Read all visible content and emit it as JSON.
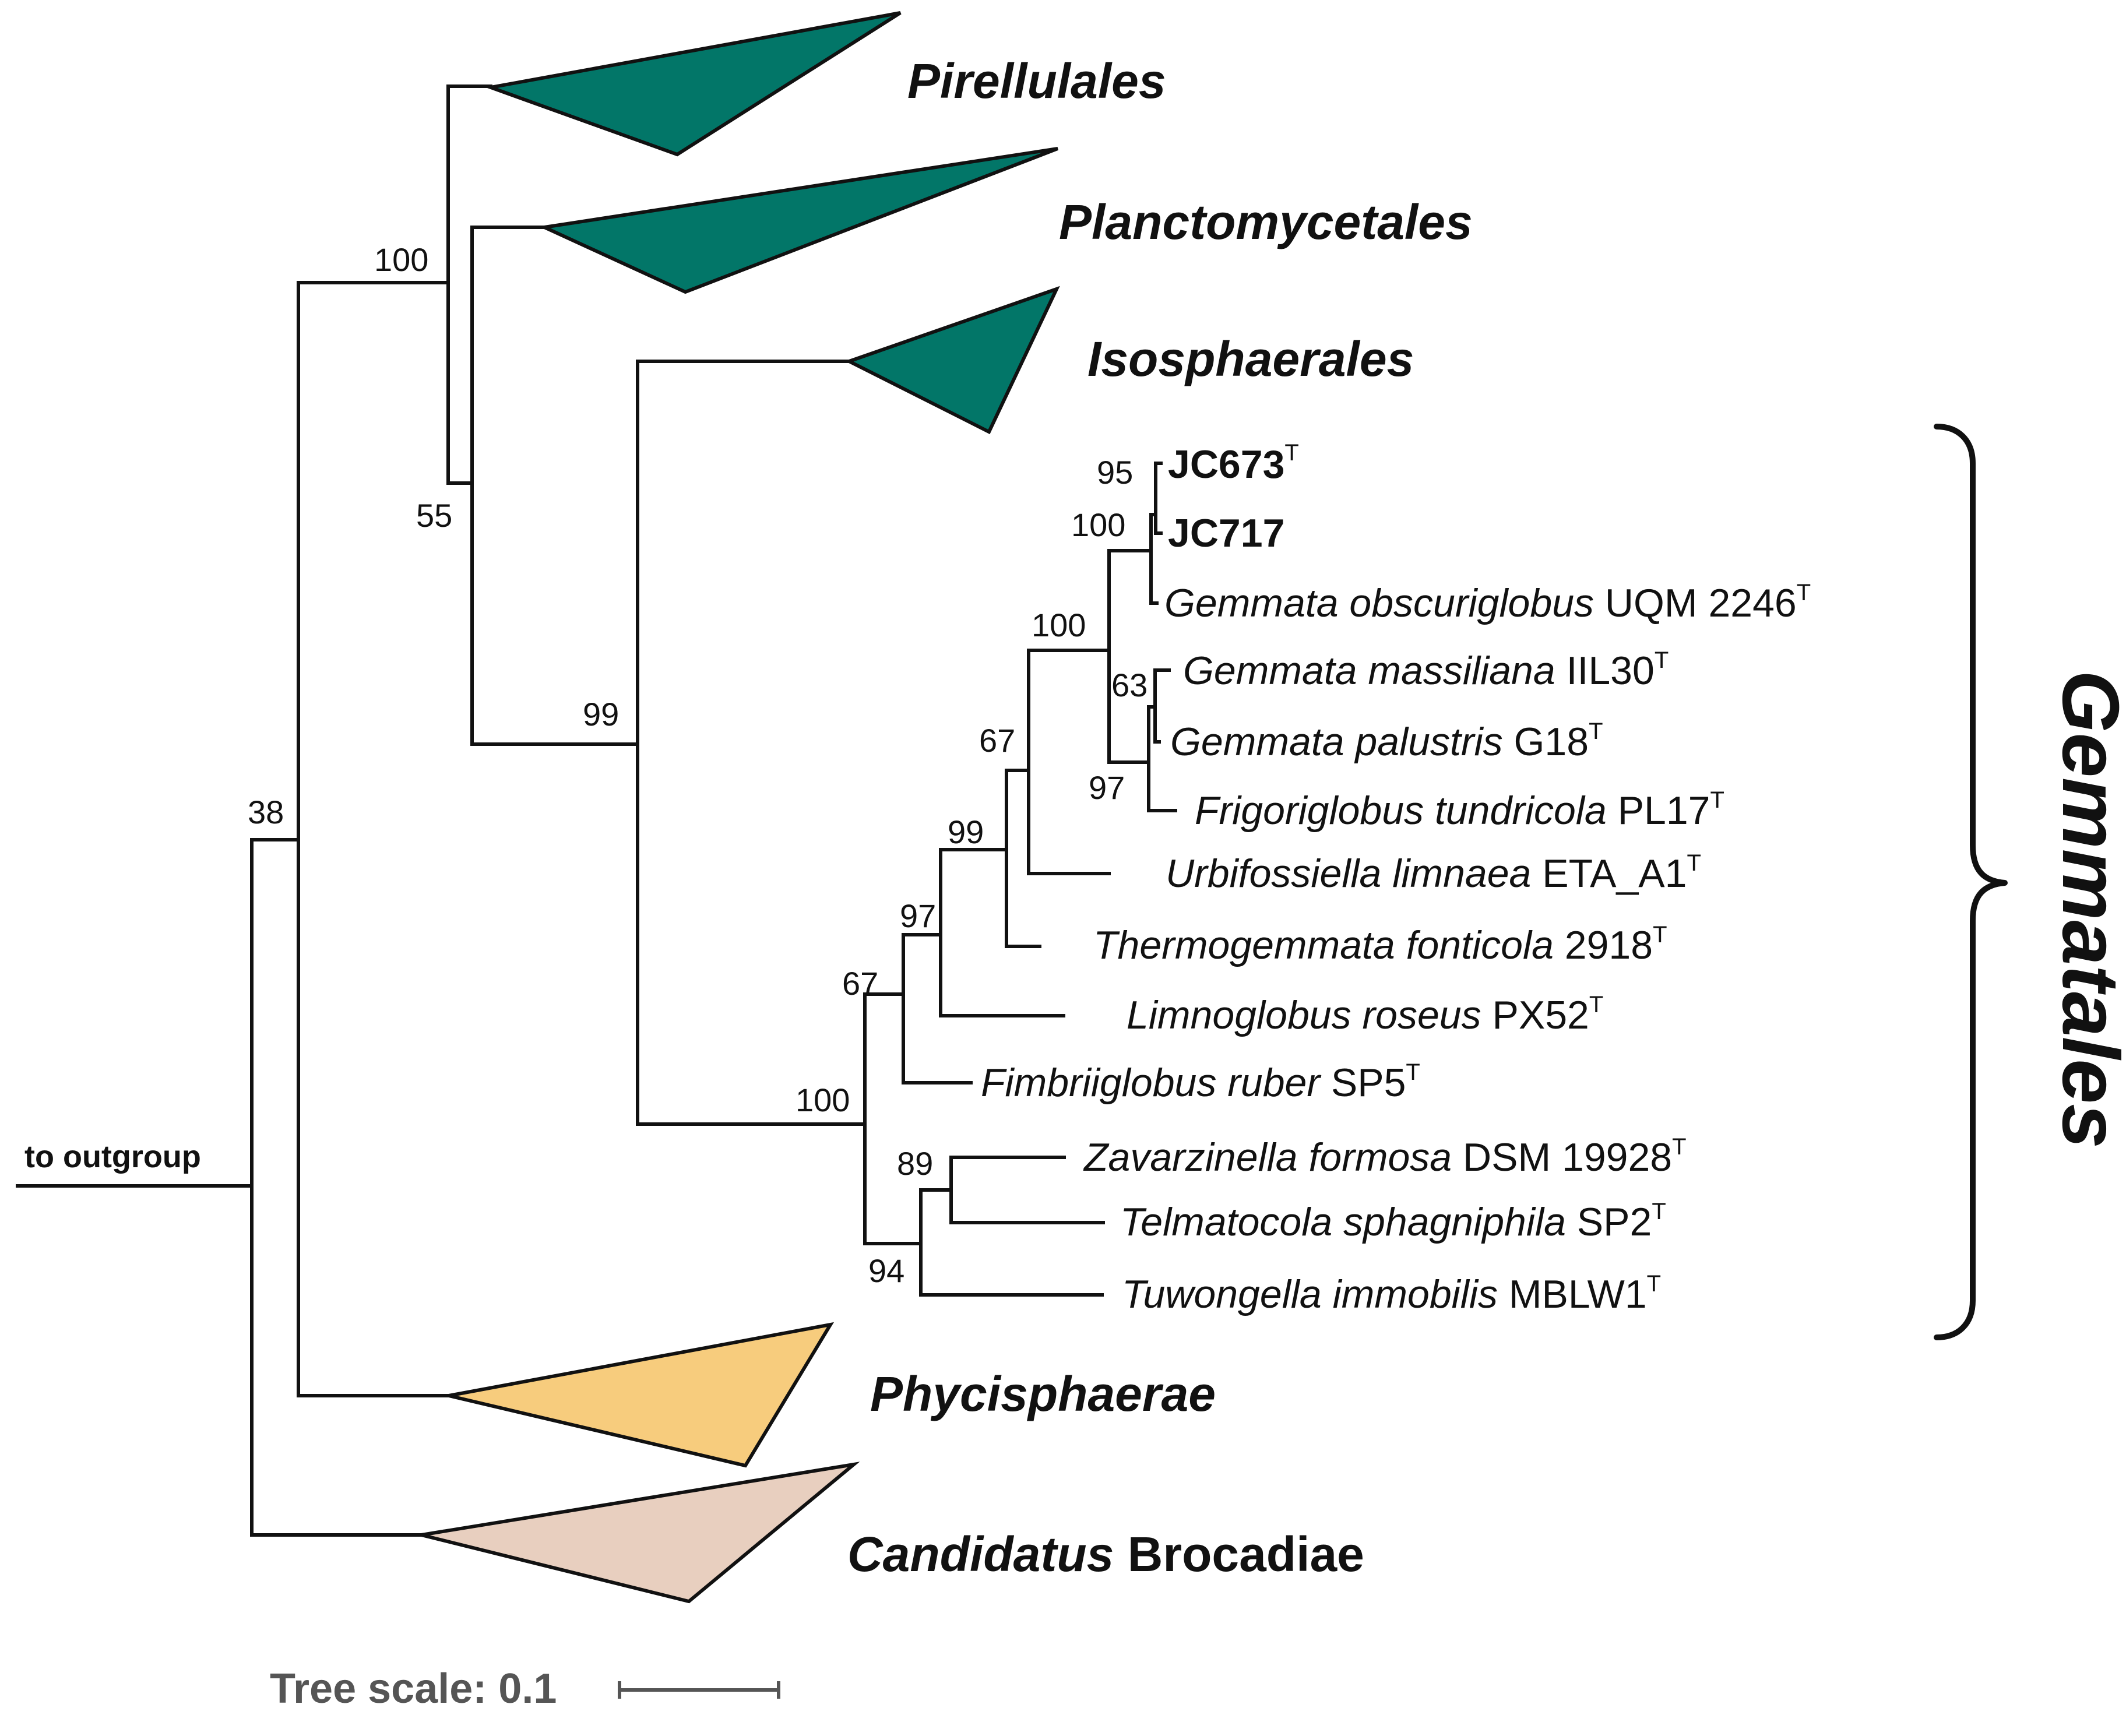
{
  "colors": {
    "collapsed_main": "#027668",
    "phycisphaerae": "#f7cc7d",
    "brocadiae": "#e8cfbf",
    "scale_bar": "#555555"
  },
  "clades": {
    "pirellulales": {
      "italic": "Pirellulales",
      "regular": ""
    },
    "planctomycetales": {
      "italic": "Planctomycetales",
      "regular": ""
    },
    "isosphaerales": {
      "italic": "Isosphaerales",
      "regular": ""
    },
    "phycisphaerae": {
      "italic": "Phycisphaerae",
      "regular": ""
    },
    "brocadiae": {
      "italic": "Candidatus",
      "regular": " Brocadiae"
    }
  },
  "leaves": {
    "jc673": {
      "label": "JC673",
      "sup": "T"
    },
    "jc717": {
      "label": "JC717",
      "sup": ""
    },
    "obscuriglobus": {
      "italic": "Gemmata obscuriglobus",
      "strain": " UQM 2246",
      "sup": "T"
    },
    "massiliana": {
      "italic": "Gemmata massiliana",
      "strain": " IIL30",
      "sup": "T"
    },
    "palustris": {
      "italic": "Gemmata palustris",
      "strain": " G18",
      "sup": "T"
    },
    "frigoriglobus": {
      "italic": "Frigoriglobus tundricola",
      "strain": " PL17",
      "sup": "T"
    },
    "urbifossiella": {
      "italic": "Urbifossiella limnaea",
      "strain": " ETA_A1",
      "sup": "T"
    },
    "thermogemmata": {
      "italic": "Thermogemmata fonticola",
      "strain": " 2918",
      "sup": "T"
    },
    "limnoglobus": {
      "italic": "Limnoglobus roseus",
      "strain": " PX52",
      "sup": "T"
    },
    "fimbriiglobus": {
      "italic": "Fimbriiglobus ruber",
      "strain": " SP5",
      "sup": "T"
    },
    "zavarzinella": {
      "italic": "Zavarzinella formosa",
      "strain": " DSM 19928",
      "sup": "T"
    },
    "telmatocola": {
      "italic": "Telmatocola sphagniphila",
      "strain": " SP2",
      "sup": "T"
    },
    "tuwongella": {
      "italic": "Tuwongella immobilis",
      "strain": " MBLW1",
      "sup": "T"
    }
  },
  "support_values": {
    "n100_top": "100",
    "n55": "55",
    "n38": "38",
    "n99_iso": "99",
    "n95": "95",
    "n100_jc": "100",
    "n100_gem": "100",
    "n63": "63",
    "n97_frig": "97",
    "n67_upper": "67",
    "n99_urb": "99",
    "n97_thermo": "97",
    "n67_lower": "67",
    "n100_root": "100",
    "n89": "89",
    "n94": "94"
  },
  "outgroup_label": "to outgroup",
  "order_label": "Gemmatales",
  "scale": {
    "label": "Tree scale: 0.1"
  }
}
